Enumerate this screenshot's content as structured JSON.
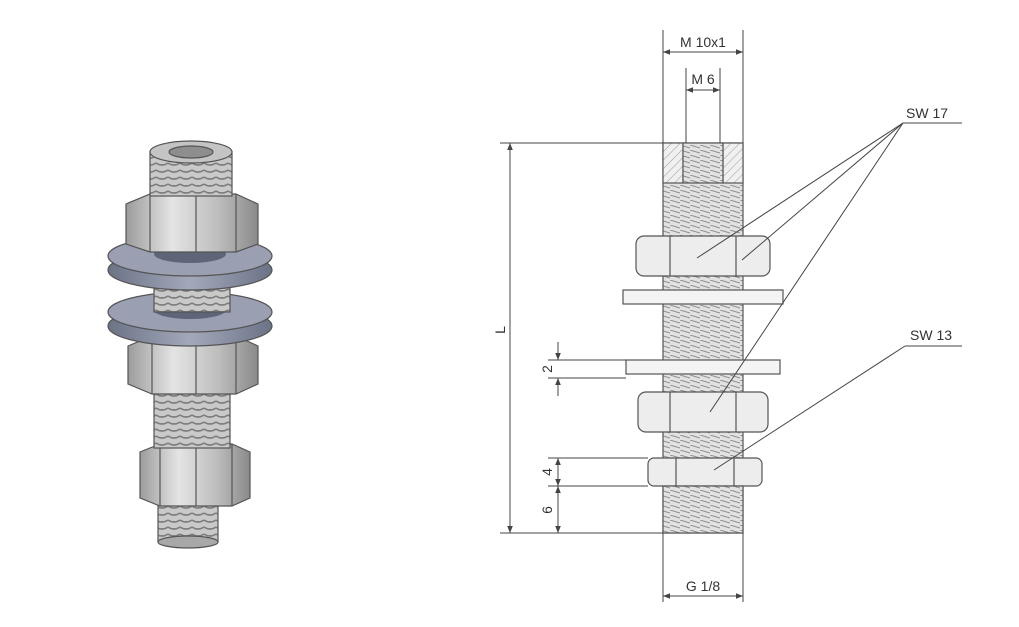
{
  "labels": {
    "top_thread": "M 10x1",
    "inner_thread": "M 6",
    "sw_large": "SW 17",
    "sw_small": "SW 13",
    "length": "L",
    "washer_thickness": "2",
    "nut_height": "4",
    "thread_length": "6",
    "bottom_thread": "G 1/8"
  },
  "colors": {
    "steel_light": "#d9d9d9",
    "steel_mid": "#b5b5b5",
    "steel_dark": "#8a8a8a",
    "washer": "#8e95a8",
    "washer_dark": "#6c7387",
    "line": "#444444"
  },
  "icons": {
    "fitting_3d": "threaded-bolt-with-nuts-and-washers"
  }
}
